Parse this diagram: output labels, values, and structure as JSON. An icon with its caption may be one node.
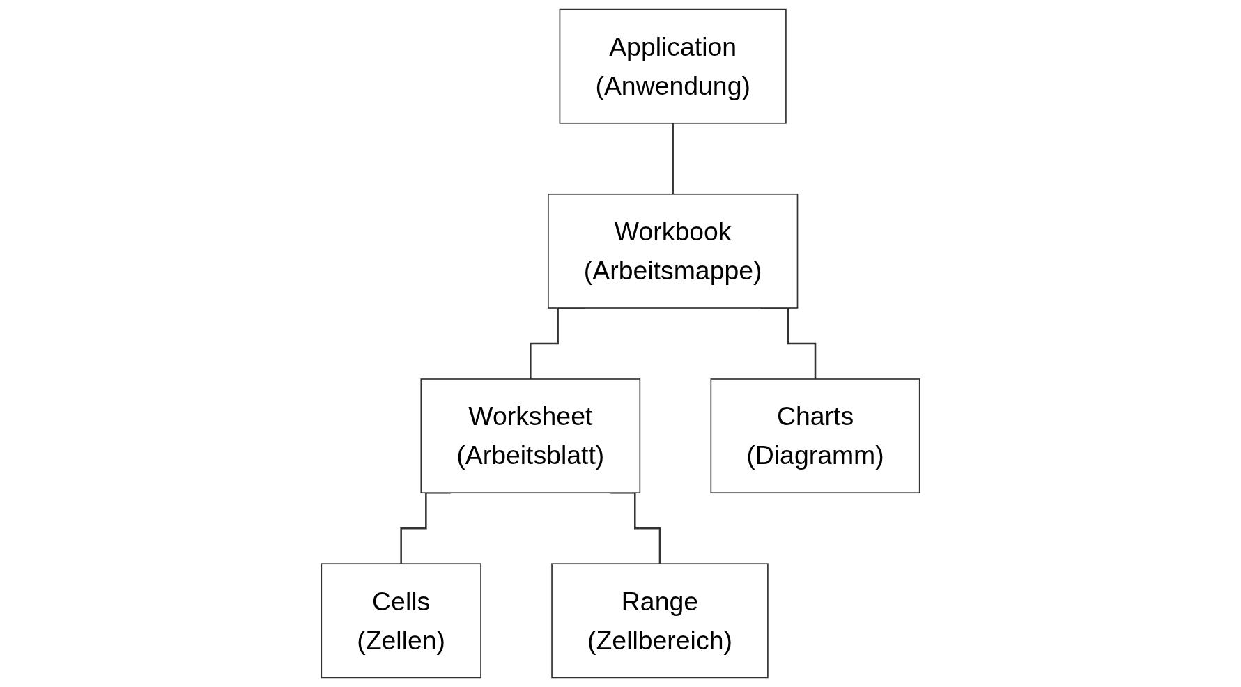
{
  "diagram": {
    "nodes": [
      {
        "text": [
          "Application",
          "(Anwendung)"
        ]
      },
      {
        "text": [
          "Workbook",
          "(Arbeitsmappe)"
        ]
      },
      {
        "text": [
          "Worksheet",
          "(Arbeitsblatt)"
        ]
      },
      {
        "text": [
          "Charts",
          "(Diagramm)"
        ]
      },
      {
        "text": [
          "Cells",
          "(Zellen)"
        ]
      },
      {
        "text": [
          "Range",
          "(Zellbereich)"
        ]
      }
    ],
    "edges": [
      {
        "from": 0,
        "to": 1,
        "arrow": "none"
      },
      {
        "from": 1,
        "to": 2,
        "arrow": "none"
      },
      {
        "from": 1,
        "to": 3,
        "arrow": "none"
      },
      {
        "from": 2,
        "to": 4,
        "arrow": "none"
      },
      {
        "from": 2,
        "to": 5,
        "arrow": "none"
      }
    ]
  }
}
